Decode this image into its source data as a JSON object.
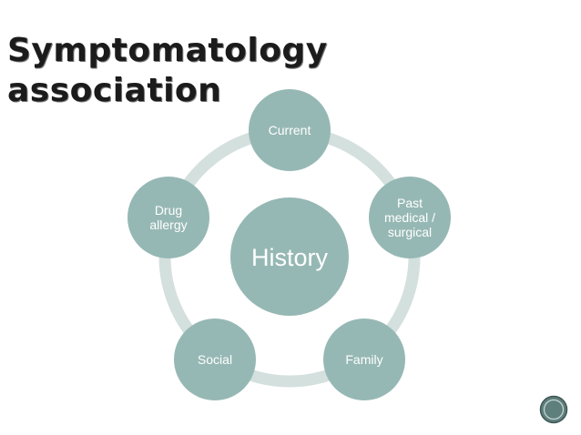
{
  "slide": {
    "title_lines": [
      "Symptomatology",
      "association"
    ]
  },
  "diagram": {
    "center": {
      "label": "History"
    },
    "nodes": [
      {
        "id": "current",
        "lines": [
          "Current"
        ]
      },
      {
        "id": "past-medical-surgical",
        "lines": [
          "Past",
          "medical /",
          "surgical"
        ]
      },
      {
        "id": "family",
        "lines": [
          "Family"
        ]
      },
      {
        "id": "social",
        "lines": [
          "Social"
        ]
      },
      {
        "id": "drug-allergy",
        "lines": [
          "Drug",
          "allergy"
        ]
      }
    ],
    "colors": {
      "node_fill": "#96b8b4",
      "ring": "#d3e0de",
      "text": "#ffffff"
    }
  },
  "nav": {
    "icon": "circle-nav-icon"
  }
}
